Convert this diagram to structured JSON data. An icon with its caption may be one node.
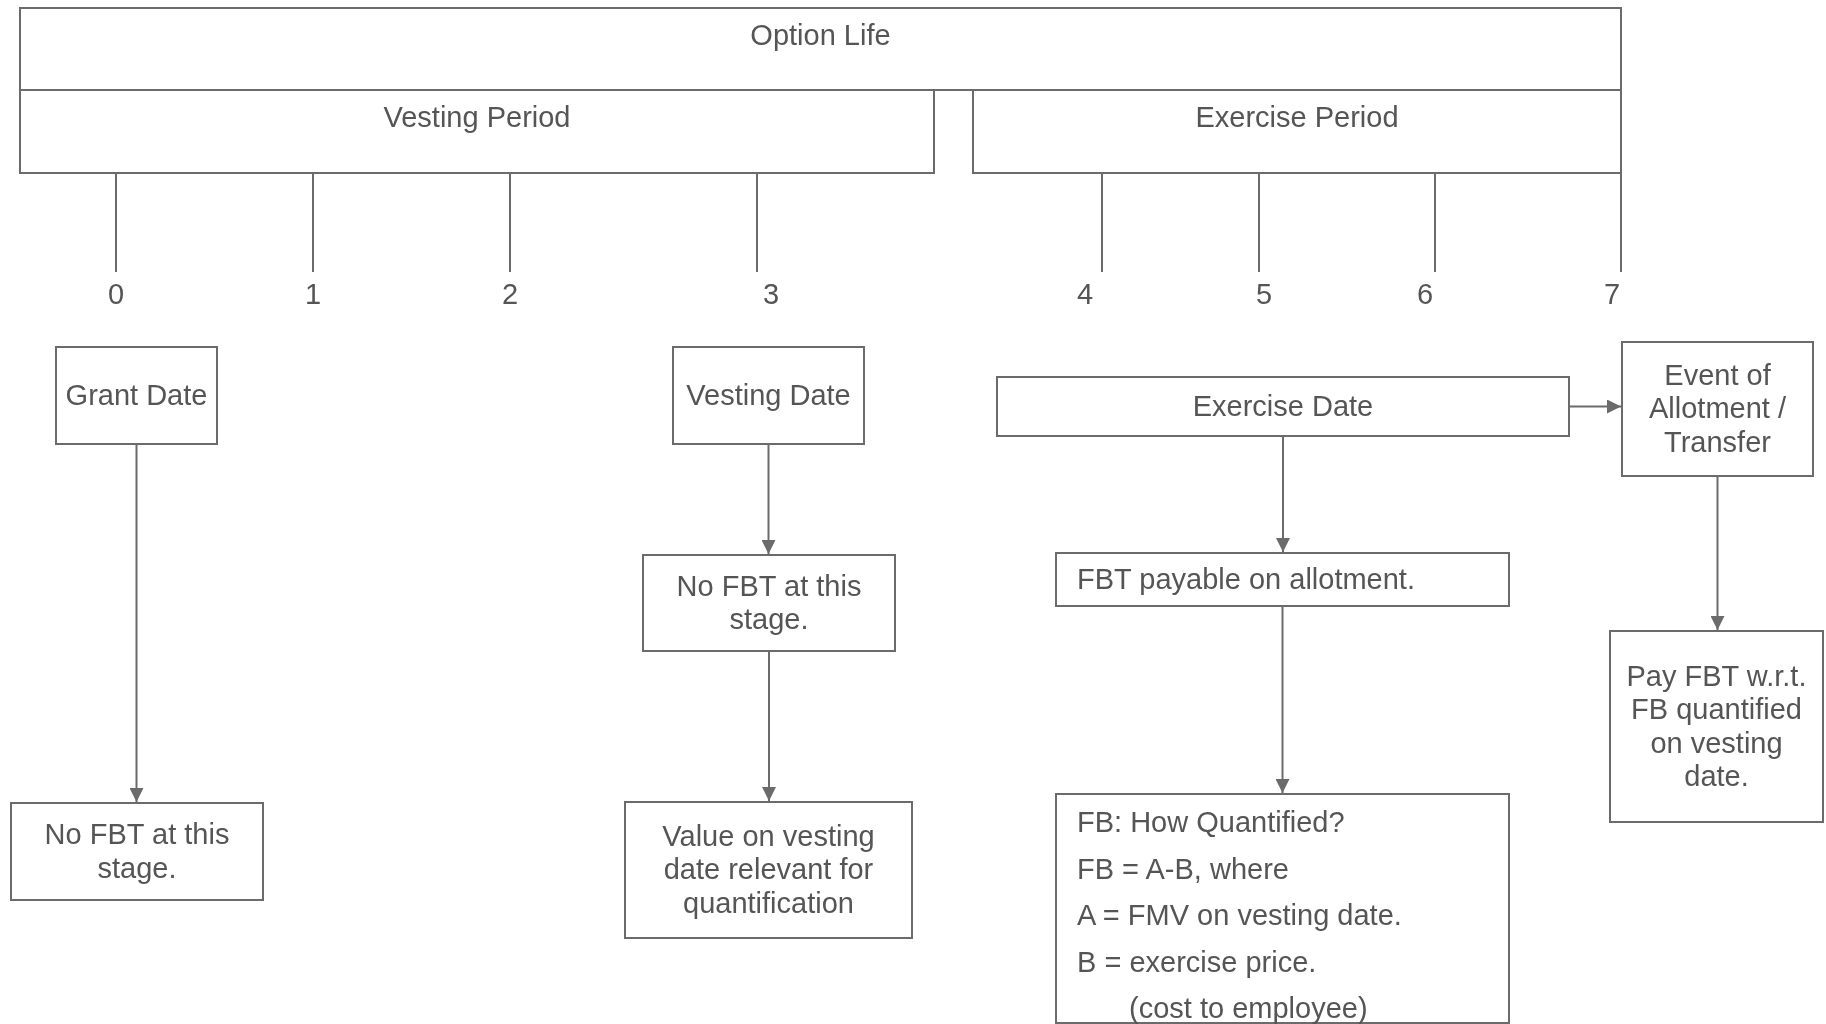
{
  "diagram": {
    "nodes": [
      {
        "text": [
          "Option Life"
        ]
      },
      {
        "text": [
          "Vesting Period"
        ]
      },
      {
        "text": [
          "Exercise Period"
        ]
      },
      {
        "text": [
          "Grant Date"
        ]
      },
      {
        "text": [
          "No FBT at this stage."
        ]
      },
      {
        "text": [
          "Vesting Date"
        ]
      },
      {
        "text": [
          "No FBT at this stage."
        ]
      },
      {
        "text": [
          "Value on vesting date relevant for quantification"
        ]
      },
      {
        "text": [
          "Exercise Date"
        ]
      },
      {
        "text": [
          "Event of Allotment / Transfer"
        ]
      },
      {
        "text": [
          "FBT payable on allotment."
        ]
      },
      {
        "text": [
          "FB: How Quantified?",
          "FB = A-B, where",
          "A = FMV on vesting date.",
          "B = exercise price.",
          "(cost to employee)"
        ]
      },
      {
        "text": [
          "Pay FBT w.r.t. FB quantified on vesting date."
        ]
      }
    ],
    "edges": [
      {
        "from": 3,
        "to": 4,
        "arrow": "to"
      },
      {
        "from": 5,
        "to": 6,
        "arrow": "to"
      },
      {
        "from": 6,
        "to": 7,
        "arrow": "to"
      },
      {
        "from": 8,
        "to": 10,
        "arrow": "to"
      },
      {
        "from": 10,
        "to": 11,
        "arrow": "to"
      },
      {
        "from": 8,
        "to": 9,
        "arrow": "to"
      },
      {
        "from": 9,
        "to": 12,
        "arrow": "to"
      }
    ],
    "labels": [
      "0",
      "1",
      "2",
      "3",
      "4",
      "5",
      "6",
      "7"
    ]
  }
}
